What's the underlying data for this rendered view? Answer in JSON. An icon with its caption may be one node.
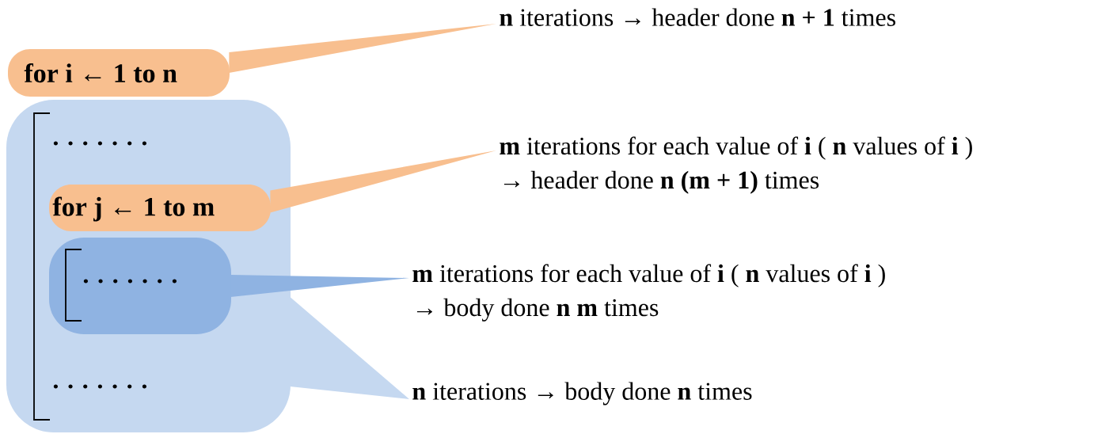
{
  "diagram": {
    "nodes": [
      {
        "text": [
          "for i ← 1 to n"
        ]
      },
      {
        "text": [
          ". . . . . . .",
          ". . . . . . ."
        ]
      },
      {
        "text": [
          "for j ← 1 to m"
        ],
        "in": 1
      },
      {
        "text": [
          ". . . . . . ."
        ],
        "in": 1
      },
      {
        "text": [
          "**n** iterations → header done **n + 1** times"
        ]
      },
      {
        "text": [
          "**m** iterations for each value of **i** ( **n** values of **i** )",
          "→ header done **n (m + 1)** times"
        ]
      },
      {
        "text": [
          "**m** iterations for each value of **i** ( **n** values of **i** )",
          "→ body done **n m** times"
        ]
      },
      {
        "text": [
          "**n** iterations → body done **n** times"
        ]
      }
    ],
    "edges": [
      {
        "from": 0,
        "to": 4,
        "arrow": "to",
        "color": "#f8bf8f"
      },
      {
        "from": 2,
        "to": 5,
        "arrow": "to",
        "color": "#f8bf8f"
      },
      {
        "from": 3,
        "to": 6,
        "arrow": "to",
        "color": "#8fb3e2"
      },
      {
        "from": 1,
        "to": 7,
        "arrow": "to",
        "color": "#c5d8f0"
      }
    ]
  }
}
